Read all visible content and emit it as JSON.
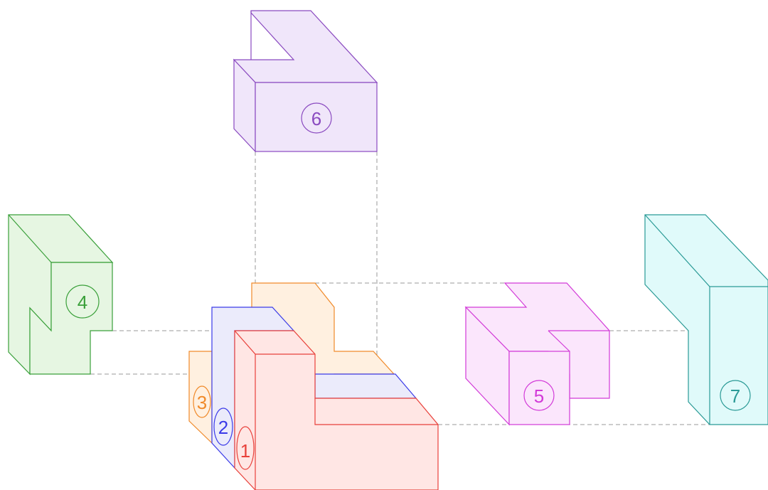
{
  "labels": {
    "view_1": "1",
    "view_2": "2",
    "view_3": "3",
    "view_4": "4",
    "view_5": "5",
    "view_6": "6",
    "view_7": "7"
  },
  "colors": {
    "view_1_stroke": "#e8403a",
    "view_1_fill": "#ffe6e4",
    "view_2_stroke": "#3a3ae8",
    "view_2_fill": "#ebebfb",
    "view_3_stroke": "#f08a2a",
    "view_3_fill": "#fff0e0",
    "view_4_stroke": "#3aa03a",
    "view_4_fill": "#e6f6e2",
    "view_5_stroke": "#d23ad8",
    "view_5_fill": "#fbe6fc",
    "view_6_stroke": "#8a4ac0",
    "view_6_fill": "#f0e6fa",
    "view_7_stroke": "#2a9a96",
    "view_7_fill": "#e0fafa",
    "guide_line": "#9a9a9a"
  }
}
